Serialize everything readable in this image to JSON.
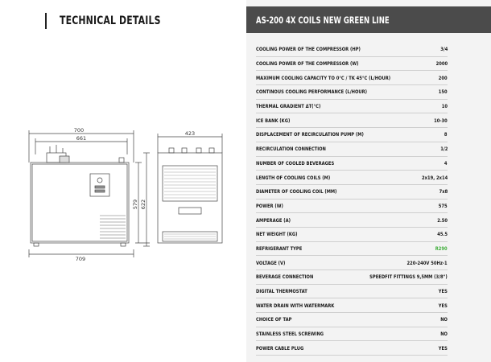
{
  "left_title": "TECHNICAL DETAILS",
  "dimensions": {
    "overall_width": "700",
    "inner_width": "661",
    "base_width": "709",
    "depth": "423",
    "height_inner": "579",
    "height_total": "622"
  },
  "product_title": "AS-200 4X COILS NEW GREEN LINE",
  "specs": [
    {
      "label": "Cooling power of the compressor (HP)",
      "value": "3/4"
    },
    {
      "label": "Cooling power of the compressor (W)",
      "value": "2000"
    },
    {
      "label": "Maximum cooling capacity to 0°C / TK 45°C (l/hour)",
      "value": "200"
    },
    {
      "label": "Continous cooling performance (l/hour)",
      "value": "150"
    },
    {
      "label": "Thermal gradient ΔT(°C)",
      "value": "10"
    },
    {
      "label": "Ice bank (kg)",
      "value": "10-30"
    },
    {
      "label": "Displacement of recirculation pump (m)",
      "value": "8"
    },
    {
      "label": "Recirculation connection",
      "value": "1/2"
    },
    {
      "label": "Number of cooled beverages",
      "value": "4"
    },
    {
      "label": "Length of cooling coils (m)",
      "value": "2x19, 2x14"
    },
    {
      "label": "Diameter of cooling coil (mm)",
      "value": "7x8"
    },
    {
      "label": "Power (W)",
      "value": "575"
    },
    {
      "label": "Amperage (A)",
      "value": "2.50"
    },
    {
      "label": "Net weight (kg)",
      "value": "45.5"
    },
    {
      "label": "Refrigerant type",
      "value": "R290"
    },
    {
      "label": "Voltage (V)",
      "value": "220-240V 50Hz-1"
    },
    {
      "label": "Beverage connection",
      "value": "SPEEDFIT FITTINGS 9,5MM (3/8\")"
    },
    {
      "label": "Digital thermostat",
      "value": "YES"
    },
    {
      "label": "Water drain with watermark",
      "value": "YES"
    },
    {
      "label": "Choice of tap",
      "value": "NO"
    },
    {
      "label": "Stainless steel screwing",
      "value": "NO"
    },
    {
      "label": "Power cable plug",
      "value": "YES"
    }
  ],
  "colors": {
    "header_bg": "#4b4b4b",
    "panel_bg": "#f3f3f3",
    "refrigerant": "#3fae3a"
  }
}
